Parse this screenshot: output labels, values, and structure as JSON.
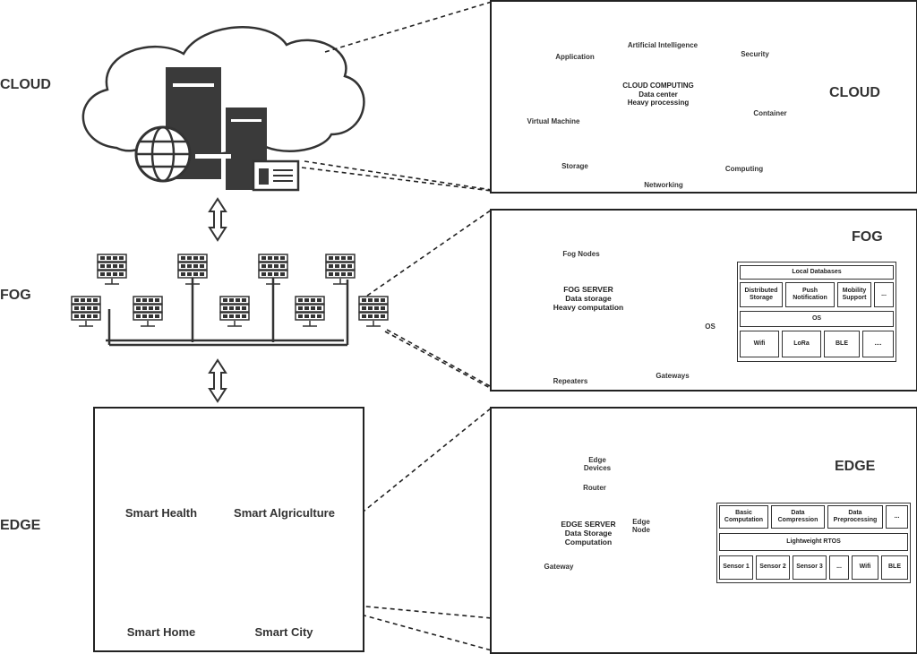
{
  "left": {
    "cloud_label": "CLOUD",
    "fog_label": "FOG",
    "edge_label": "EDGE",
    "edge_apps": [
      {
        "label": "Smart Health"
      },
      {
        "label": "Smart Algriculture"
      },
      {
        "label": "Smart Home"
      },
      {
        "label": "Smart City"
      }
    ]
  },
  "cloud_panel": {
    "title": "CLOUD",
    "center": [
      "CLOUD COMPUTING",
      "Data center",
      "Heavy processing"
    ],
    "services": {
      "application": "Application",
      "ai": "Artificial Intelligence",
      "security": "Security",
      "virtual_machine": "Virtual Machine",
      "container": "Container",
      "storage": "Storage",
      "networking": "Networking",
      "computing": "Computing"
    }
  },
  "fog_panel": {
    "title": "FOG",
    "center": [
      "FOG SERVER",
      "Data storage",
      "Heavy computation"
    ],
    "fog_nodes": "Fog Nodes",
    "repeaters": "Repeaters",
    "gateways": "Gateways",
    "os_label": "OS",
    "stack": {
      "top": "Local Databases",
      "services": [
        "Distributed Storage",
        "Push Notification",
        "Mobility Support",
        "..."
      ],
      "os": "OS",
      "protocols": [
        "Wifi",
        "LoRa",
        "BLE",
        "...."
      ]
    }
  },
  "edge_panel": {
    "title": "EDGE",
    "center": [
      "EDGE SERVER",
      "Data Storage",
      "Computation"
    ],
    "edge_devices": "Edge Devices",
    "router": "Router",
    "edge_node": "Edge Node",
    "gateway": "Gateway",
    "stack": {
      "functions": [
        "Basic Computation",
        "Data Compression",
        "Data Preprocessing",
        "..."
      ],
      "rtos": "Lightweight RTOS",
      "sensors": [
        "Sensor 1",
        "Sensor 2",
        "Sensor 3",
        "...",
        "Wifi",
        "BLE"
      ]
    }
  }
}
